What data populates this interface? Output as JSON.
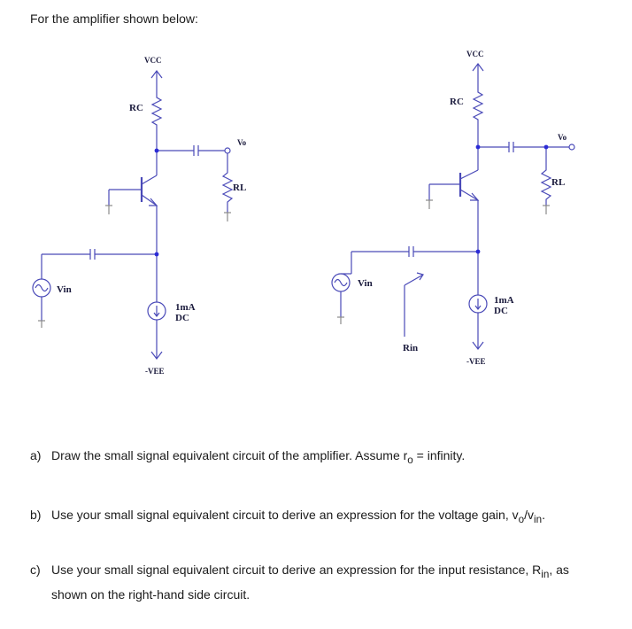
{
  "intro": "For the amplifier shown below:",
  "circuit": {
    "left": {
      "vcc": "VCC",
      "rc": "RC",
      "vo": "Vo",
      "rl": "RL",
      "vin": "Vin",
      "source_value": "1mA",
      "source_type": "DC",
      "vee": "-VEE"
    },
    "right": {
      "vcc": "VCC",
      "rc": "RC",
      "vo": "Vo",
      "rl": "RL",
      "vin": "Vin",
      "rin": "Rin",
      "source_value": "1mA",
      "source_type": "DC",
      "vee": "-VEE"
    }
  },
  "questions": [
    {
      "label": "a)",
      "text_before": "Draw the small signal equivalent circuit of the amplifier. Assume r",
      "sub": "o",
      "text_after": " = infinity."
    },
    {
      "label": "b)",
      "text_before": "Use your small signal equivalent circuit to derive an expression for the voltage gain, v",
      "sub1": "o",
      "mid": "/v",
      "sub2": "in",
      "text_after": "."
    },
    {
      "label": "c)",
      "line1_before": "Use your small signal equivalent circuit to derive an expression for the input resistance, R",
      "sub": "in",
      "line1_after": ", as",
      "line2": "shown on the right-hand side circuit."
    }
  ],
  "colors": {
    "wire": "#4a4ab8",
    "node": "#2b2bd6",
    "ground": "#8a8a8a",
    "text": "#1a1a1a"
  }
}
